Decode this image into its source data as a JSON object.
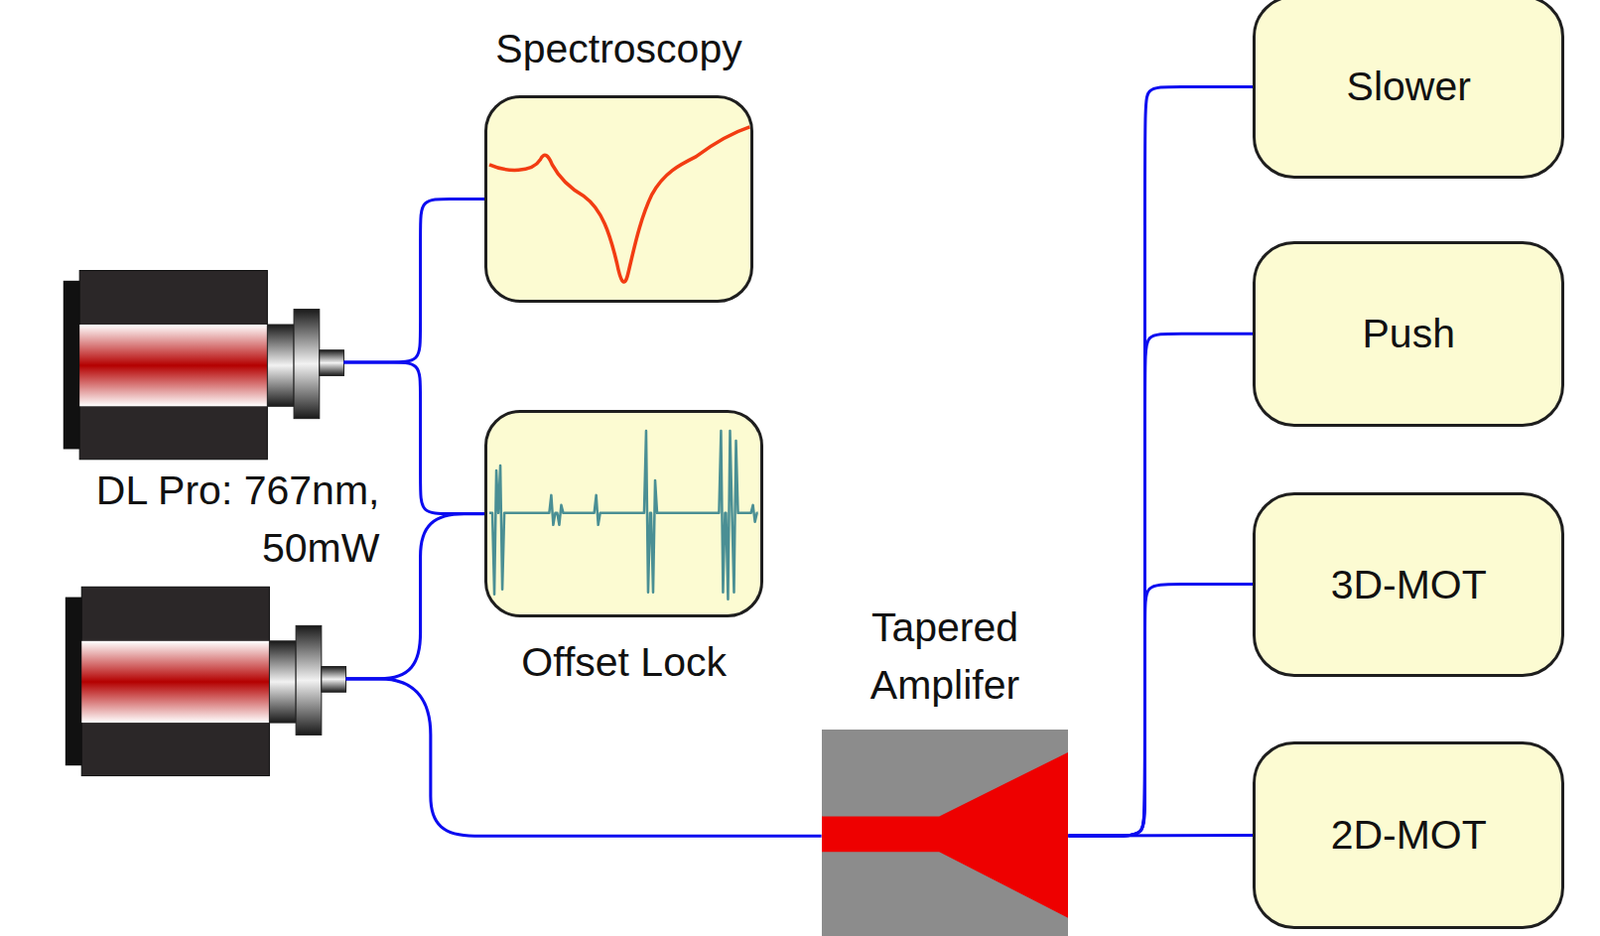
{
  "diagram": {
    "nodes": [
      {
        "text": [
          "Spectroscopy"
        ]
      },
      {
        "text": [
          "DL Pro: 767nm, 50mW"
        ]
      },
      {
        "text": [
          "Offset Lock"
        ]
      },
      {
        "text": [
          "Tapered Amplifer"
        ]
      },
      {
        "text": [
          "Slower"
        ]
      },
      {
        "text": [
          "Push"
        ]
      },
      {
        "text": [
          "3D-MOT"
        ]
      },
      {
        "text": [
          "2D-MOT"
        ]
      }
    ],
    "edges": [
      {
        "from": 1,
        "to": 0,
        "arrow": "none"
      },
      {
        "from": 1,
        "to": 2,
        "arrow": "none"
      },
      {
        "from": 3,
        "to": 4,
        "arrow": "none"
      },
      {
        "from": 3,
        "to": 5,
        "arrow": "none"
      },
      {
        "from": 3,
        "to": 6,
        "arrow": "none"
      },
      {
        "from": 3,
        "to": 7,
        "arrow": "none"
      }
    ]
  }
}
